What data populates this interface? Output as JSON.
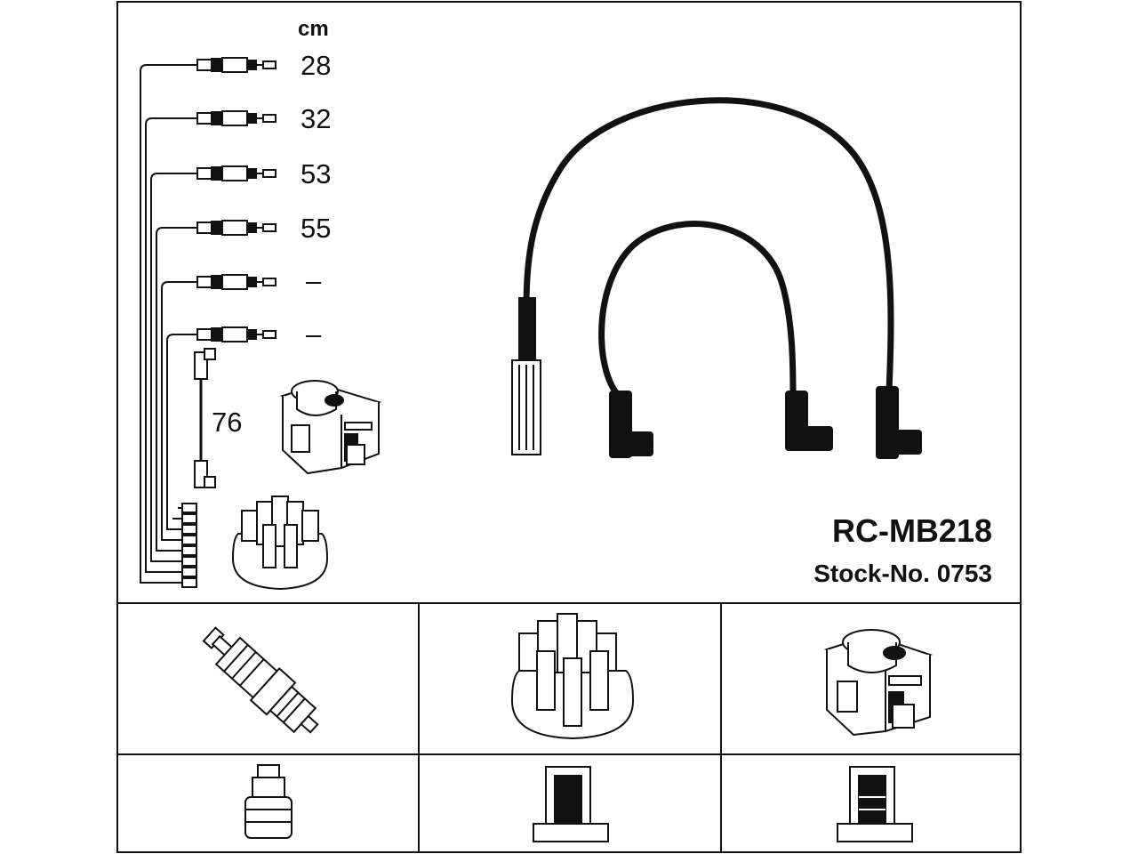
{
  "unit": "cm",
  "lengths": [
    "28",
    "32",
    "53",
    "55",
    "–",
    "–"
  ],
  "coil_lead_length": "76",
  "product_code": "RC-MB218",
  "stock_number": "Stock-No. 0753"
}
